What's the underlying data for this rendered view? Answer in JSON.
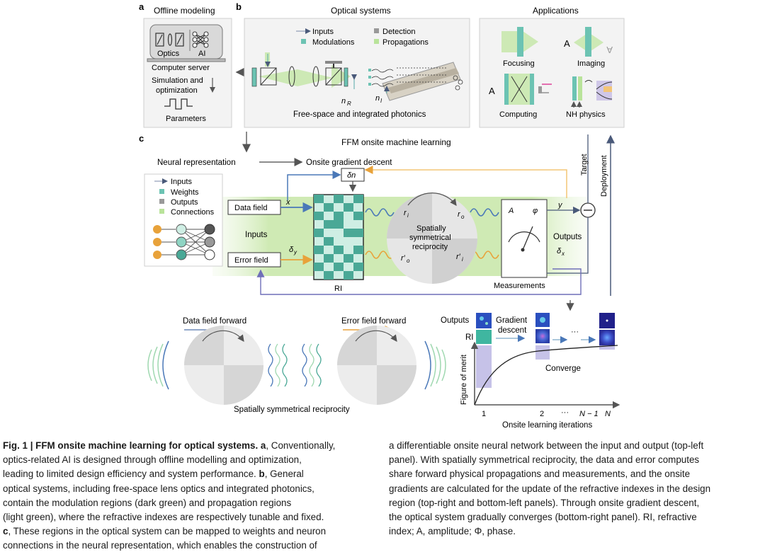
{
  "panel_a": {
    "letter": "a",
    "title": "Offline modeling",
    "optics_label": "Optics",
    "ai_label": "AI",
    "server_label": "Computer server",
    "sim_line1": "Simulation and",
    "sim_line2": "optimization",
    "params_label": "Parameters"
  },
  "panel_b": {
    "letter": "b",
    "title": "Optical systems",
    "legend_inputs": "Inputs",
    "legend_modulations": "Modulations",
    "legend_detection": "Detection",
    "legend_propagations": "Propagations",
    "nr_label": "n",
    "nr_sub": "R",
    "ni_label": "n",
    "ni_sub": "I",
    "subtitle": "Free-space and integrated photonics"
  },
  "applications": {
    "title": "Applications",
    "focusing": "Focusing",
    "imaging": "Imaging",
    "imaging_letter": "A",
    "imaging_flipped": "A",
    "computing": "Computing",
    "computing_letter": "A",
    "nh_physics": "NH physics"
  },
  "panel_c": {
    "letter": "c",
    "title": "FFM onsite machine learning",
    "neural_rep": "Neural representation",
    "onsite_gd": "Onsite gradient descent",
    "delta_n": "δn",
    "legend_inputs": "Inputs",
    "legend_weights": "Weights",
    "legend_outputs": "Outputs",
    "legend_connections": "Connections",
    "data_field": "Data field",
    "x_label": "x",
    "inputs_label": "Inputs",
    "error_field": "Error field",
    "delta_y": "δ",
    "delta_y_sub": "y",
    "ri_label": "RI",
    "r_i": "r",
    "r_i_sub": "i",
    "r_o": "r",
    "r_o_sub": "o",
    "r_o_prime": "r′",
    "r_o_prime_sub": "o",
    "r_i_prime": "r′",
    "r_i_prime_sub": "i",
    "spatial_1": "Spatially",
    "spatial_2": "symmetrical",
    "spatial_3": "reciprocity",
    "amp_label": "A",
    "phase_label": "φ",
    "measurements": "Measurements",
    "y_label": "y",
    "outputs_label": "Outputs",
    "delta_x": "δ",
    "delta_x_sub": "x",
    "target": "Target",
    "deployment": "Deployment"
  },
  "bottom_left": {
    "data_forward": "Data field forward",
    "error_forward": "Error field forward",
    "reciprocity": "Spatially symmetrical reciprocity"
  },
  "bottom_right": {
    "outputs": "Outputs",
    "ri": "RI",
    "gd_1": "Gradient",
    "gd_2": "descent",
    "ellipsis_top": "···",
    "converge": "Converge",
    "y_axis": "Figure of merit",
    "x_axis": "Onsite learning iterations",
    "tick_1": "1",
    "tick_2": "2",
    "tick_dots": "···",
    "tick_nm1": "N − 1",
    "tick_n": "N"
  },
  "caption": {
    "fig_label": "Fig. 1 | FFM onsite machine learning for optical systems.",
    "l1_a": "a",
    "l1_rest": ", Conventionally,",
    "l2": "optics-related AI is designed through offline modelling and optimization,",
    "l3_pre": "leading to limited design efficiency and system performance.",
    "l3_b": "b",
    "l3_post": ", General",
    "l4": "optical systems, including free-space lens optics and integrated photonics,",
    "l5": "contain the modulation regions (dark green) and propagation regions",
    "l6": "(light green), where the refractive indexes are respectively tunable and fixed.",
    "l7_c": "c",
    "l7_rest": ", These regions in the optical system can be mapped to weights and neuron",
    "l8": "connections in the neural representation, which enables the construction of",
    "r1": "a differentiable onsite neural network between the input and output (top-left",
    "r2": "panel). With spatially symmetrical reciprocity, the data and error computes",
    "r3": "share forward physical propagations and measurements, and the onsite",
    "r4": "gradients are calculated for the update of the refractive indexes in the design",
    "r5": "region (top-right and bottom-left panels). Through onsite gradient descent,",
    "r6": "the optical system gradually converges (bottom-right panel). RI, refractive",
    "r7": "index; A, amplitude; Φ, phase."
  }
}
